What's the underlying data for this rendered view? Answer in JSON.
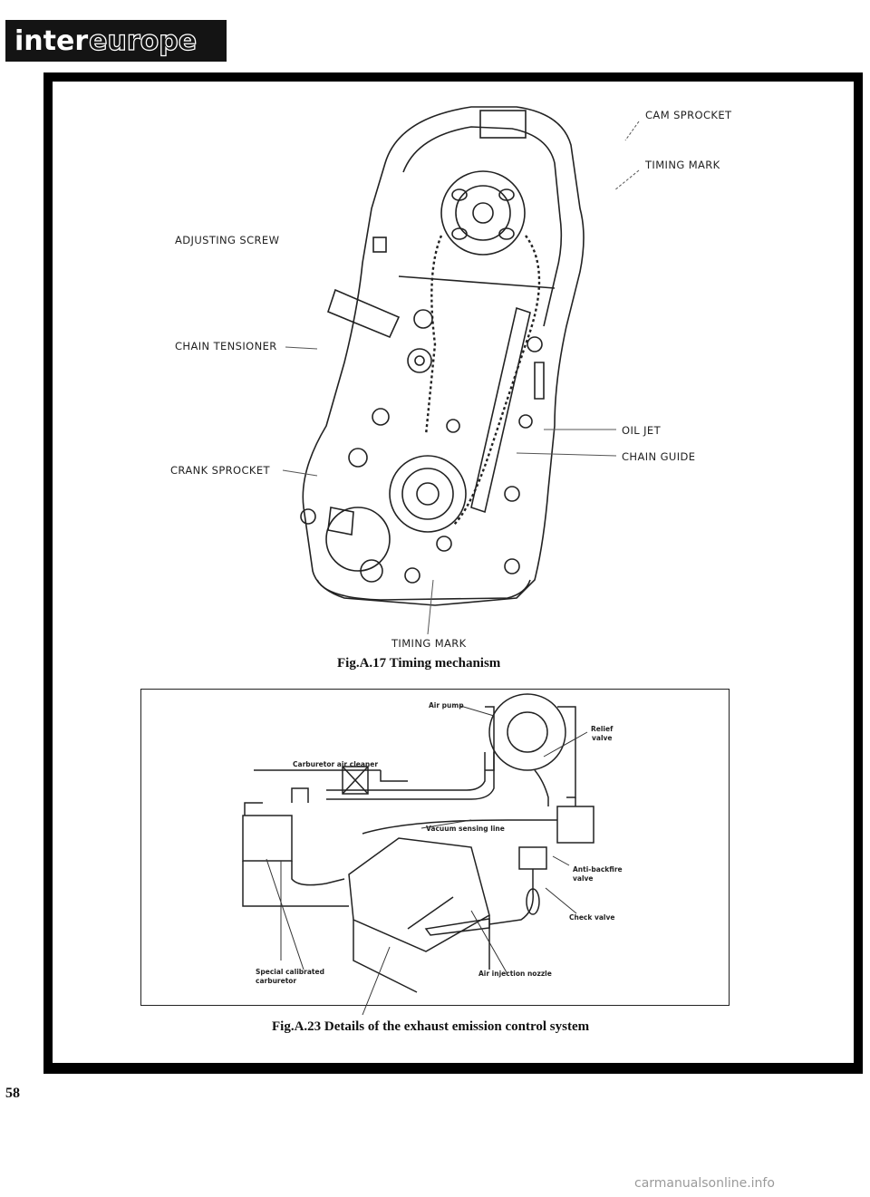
{
  "header": {
    "brand_part1": "inter",
    "brand_part2": "europe"
  },
  "figure1": {
    "labels": {
      "cam_sprocket": "CAM SPROCKET",
      "timing_mark_top": "TIMING MARK",
      "adjusting_screw": "ADJUSTING SCREW",
      "chain_tensioner": "CHAIN TENSIONER",
      "oil_jet": "OIL JET",
      "chain_guide": "CHAIN GUIDE",
      "crank_sprocket": "CRANK SPROCKET",
      "timing_mark_bottom": "TIMING MARK"
    },
    "caption": "Fig.A.17   Timing mechanism"
  },
  "figure2": {
    "labels": {
      "air_pump": "Air pump",
      "relief_valve_1": "Relief",
      "relief_valve_2": "valve",
      "carburetor_air_cleaner": "Carburetor air cleaner",
      "vacuum_sensing_line": "Vacuum sensing line",
      "anti_backfire_valve_1": "Anti-backfire",
      "anti_backfire_valve_2": "valve",
      "check_valve": "Check valve",
      "special_carburetor_1": "Special calibrated",
      "special_carburetor_2": "carburetor",
      "air_injection_nozzle": "Air injection nozzle"
    },
    "caption": "Fig.A.23   Details of the exhaust emission control system"
  },
  "page_number": "58",
  "watermark": "carmanualsonline.info"
}
